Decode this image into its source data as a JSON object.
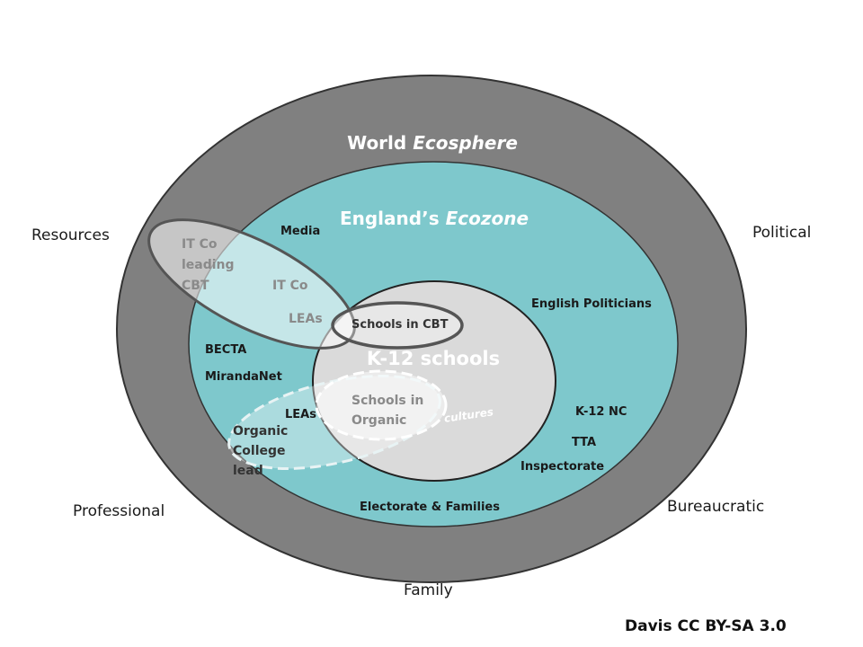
{
  "colors": {
    "world": "#808080",
    "england": "#7ec8cc",
    "k12": "#dadada",
    "outline": "#333333",
    "dark_text": "#1a1a1a",
    "light_text": "#ffffff",
    "grey_text": "#8a8a8a"
  },
  "corners": {
    "resources": "Resources",
    "political": "Political",
    "professional": "Professional",
    "bureaucratic": "Bureaucratic",
    "family": "Family"
  },
  "world": {
    "title_prefix": "World ",
    "title_italic": "Ecosphere"
  },
  "england": {
    "title_prefix": "England’s ",
    "title_italic": "Ecozone"
  },
  "k12": {
    "title": "K-12 schools",
    "cultures": "cultures"
  },
  "labels": {
    "media": "Media",
    "it_co_leading_1": "IT Co",
    "it_co_leading_2": "leading",
    "it_co_leading_3": "CBT",
    "it_co": "IT Co",
    "leas_top": "LEAs",
    "schools_cbt": "Schools in CBT",
    "english_politicians": "English Politicians",
    "becta": "BECTA",
    "mirandanet": "MirandaNet",
    "leas_bottom": "LEAs",
    "schools_organic_1": "Schools in",
    "schools_organic_2": "Organic",
    "organic_1": "Organic",
    "organic_2": "College",
    "organic_3": "lead",
    "k12_nc": "K-12 NC",
    "tta": "TTA",
    "inspectorate": "Inspectorate",
    "electorate": "Electorate & Families"
  },
  "credit": "Davis CC BY-SA 3.0"
}
